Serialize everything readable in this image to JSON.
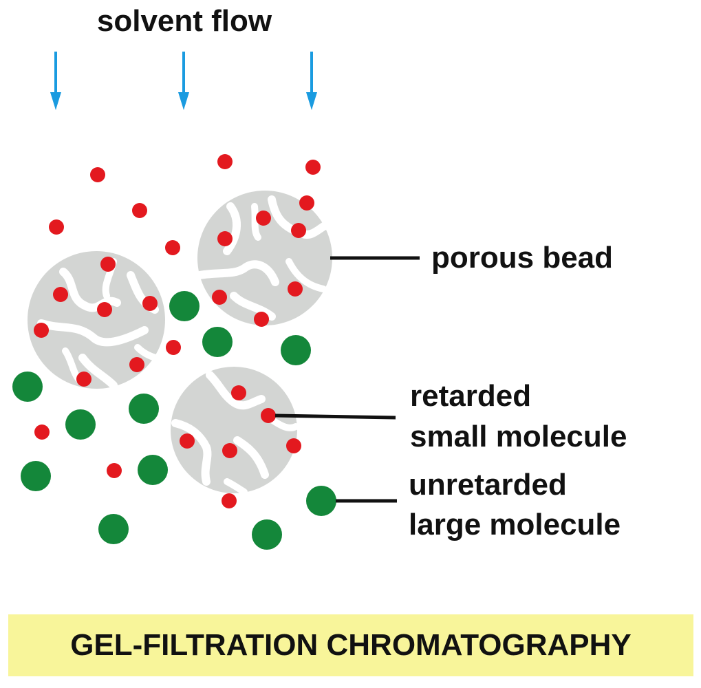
{
  "title": "solvent flow",
  "labels": {
    "porous_bead": "porous bead",
    "retarded_line1": "retarded",
    "retarded_line2": "small molecule",
    "unretarded_line1": "unretarded",
    "unretarded_line2": "large molecule"
  },
  "banner": "GEL-FILTRATION CHROMATOGRAPHY",
  "colors": {
    "arrow": "#1a9be0",
    "small_molecule": "#e3191f",
    "large_molecule": "#14873a",
    "bead": "#d3d5d3",
    "banner": "#f8f59a",
    "text": "#111111"
  }
}
